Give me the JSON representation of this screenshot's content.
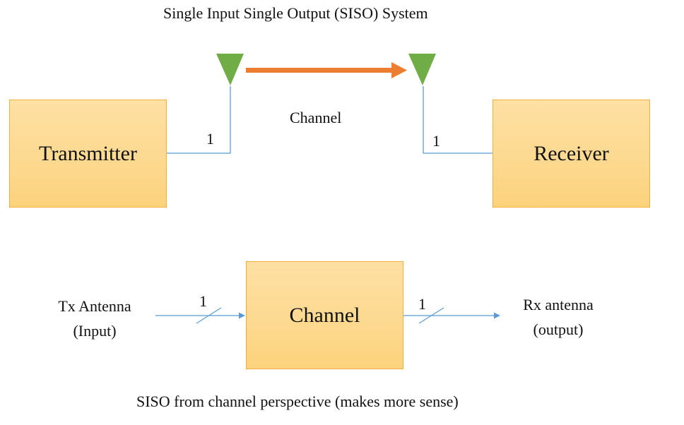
{
  "title": "Single Input Single Output (SISO) System",
  "top_diagram": {
    "transmitter_label": "Transmitter",
    "receiver_label": "Receiver",
    "channel_label": "Channel",
    "tx_stream_count": "1",
    "rx_stream_count": "1",
    "icons": {
      "tx_antenna": "antenna-triangle-icon",
      "rx_antenna": "antenna-triangle-icon",
      "propagation": "arrow-right-icon"
    },
    "colors": {
      "antenna": "#70ad47",
      "propagation_arrow": "#ed7d31",
      "wire": "#5b9bd5",
      "box_fill": "#fdd98f",
      "box_border": "#f2b13c"
    }
  },
  "bottom_diagram": {
    "input_label_line1": "Tx Antenna",
    "input_label_line2": "(Input)",
    "channel_label": "Channel",
    "output_label_line1": "Rx antenna",
    "output_label_line2": "(output)",
    "input_stream_count": "1",
    "output_stream_count": "1"
  },
  "caption": "SISO from channel perspective (makes more sense)"
}
